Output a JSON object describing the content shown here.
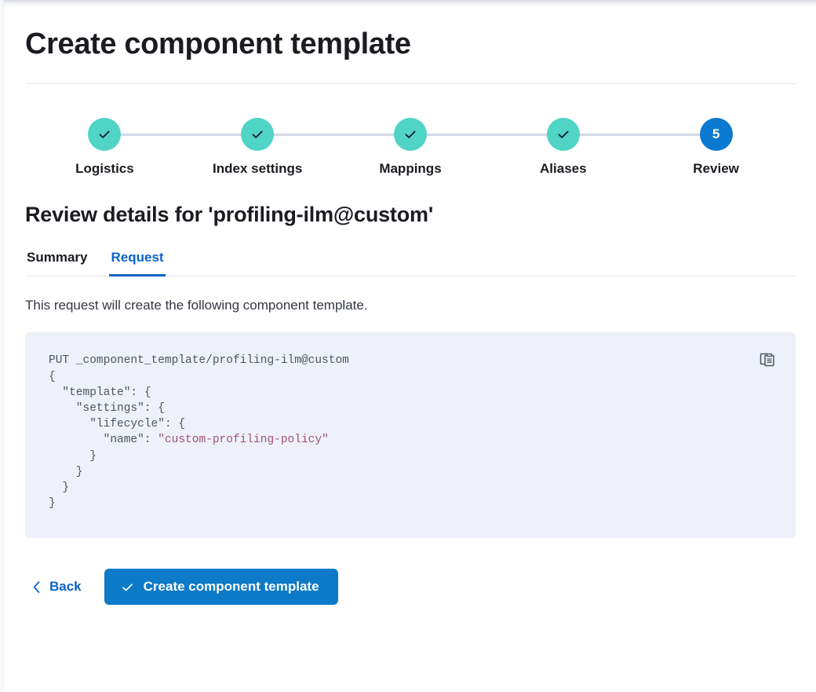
{
  "page": {
    "title": "Create component template"
  },
  "steps": {
    "items": [
      {
        "label": "Logistics",
        "state": "complete",
        "marker": "check-icon"
      },
      {
        "label": "Index settings",
        "state": "complete",
        "marker": "check-icon"
      },
      {
        "label": "Mappings",
        "state": "complete",
        "marker": "check-icon"
      },
      {
        "label": "Aliases",
        "state": "complete",
        "marker": "check-icon"
      },
      {
        "label": "Review",
        "state": "current",
        "marker": "5"
      }
    ],
    "complete_color": "#4fd4c6",
    "current_color": "#0b79d0",
    "connector_color": "#d3d9e6"
  },
  "review": {
    "heading": "Review details for 'profiling-ilm@custom'",
    "tabs": [
      {
        "label": "Summary",
        "active": false
      },
      {
        "label": "Request",
        "active": true
      }
    ],
    "description": "This request will create the following component template.",
    "accent_color": "#0b64c7"
  },
  "request": {
    "copy_icon": "clipboard-copy-icon",
    "background_color": "#eef1f9",
    "string_color": "#a1527d",
    "method_line": "PUT _component_template/profiling-ilm@custom",
    "body_lines": [
      "{",
      "  \"template\": {",
      "    \"settings\": {",
      "      \"lifecycle\": {",
      "        \"name\": \"custom-profiling-policy\"",
      "      }",
      "    }",
      "  }",
      "}"
    ],
    "string_value": "\"custom-profiling-policy\"",
    "code_prefix": "        \"name\": ",
    "code_head": "PUT _component_template/profiling-ilm@custom\n{\n  \"template\": {\n    \"settings\": {\n      \"lifecycle\": {\n",
    "code_tail": "\n      }\n    }\n  }\n}"
  },
  "footer": {
    "back_label": "Back",
    "back_icon": "chevron-left-icon",
    "submit_label": "Create component template",
    "submit_icon": "check-icon",
    "submit_color": "#0c7ac9"
  }
}
